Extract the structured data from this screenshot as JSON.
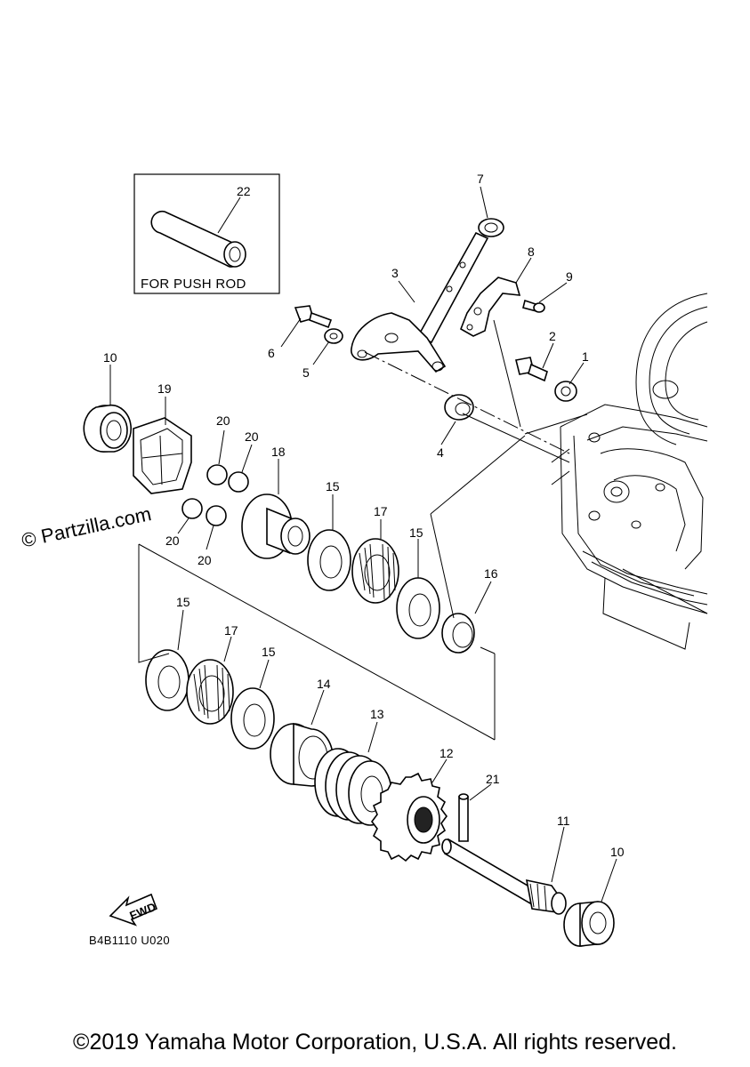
{
  "inset": {
    "label": "FOR PUSH ROD"
  },
  "diagram_code": "B4B1110 U020",
  "fwd_label": "FWD",
  "watermark": "© Partzilla.com",
  "copyright": "©2019 Yamaha Motor Corporation, U.S.A. All rights reserved.",
  "callouts": [
    "1",
    "2",
    "3",
    "4",
    "5",
    "6",
    "7",
    "8",
    "9",
    "10",
    "10",
    "11",
    "12",
    "13",
    "14",
    "15",
    "15",
    "15",
    "15",
    "16",
    "17",
    "17",
    "18",
    "19",
    "20",
    "20",
    "20",
    "20",
    "21",
    "22"
  ]
}
